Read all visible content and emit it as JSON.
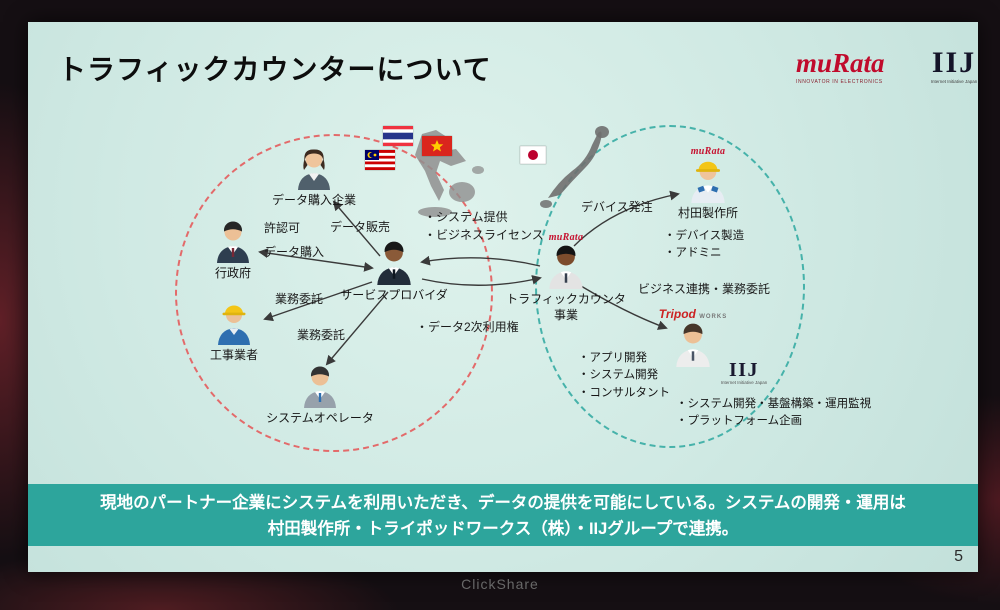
{
  "photo": {
    "device_label": "ClickShare"
  },
  "slide": {
    "title": "トラフィックカウンターについて",
    "page_number": "5",
    "footer": {
      "line1": "現地のパートナー企業にシステムを利用いただき、データの提供を可能にしている。システムの開発・運用は",
      "line2": "村田製作所・トライポッドワークス（株）・IIJグループで連携。"
    }
  },
  "logos": {
    "murata_main": {
      "name": "muRata",
      "tagline": "INNOVATOR IN ELECTRONICS"
    },
    "iij_main": {
      "name": "IIJ",
      "tagline": "Internet Initiative Japan"
    }
  },
  "colors": {
    "accent_red": "#c00b2c",
    "band_teal": "#2da59c",
    "circle_red_dashed": "#e36a6a",
    "circle_teal_dashed": "#46b2aa"
  },
  "diagram": {
    "left": {
      "data_buyer": "データ購入企業",
      "government": "行政府",
      "contractor": "工事業者",
      "system_operator": "システムオペレータ",
      "service_provider": "サービスプロバイダ",
      "edge_data_sales": "データ販売",
      "edge_license": "許認可",
      "edge_data_purchase": "データ購入",
      "edge_outsourcing_upper": "業務委託",
      "edge_outsourcing_lower": "業務委託"
    },
    "middle": {
      "bullet_system_provision": "・システム提供",
      "bullet_business_license": "・ビジネスライセンス",
      "bullet_data_secondary_rights": "・データ2次利用権"
    },
    "right": {
      "murata_small_logo": "muRata",
      "traffic_business_line1": "トラフィックカウンタ",
      "traffic_business_line2": "事業",
      "edge_device_order": "デバイス発注",
      "murata_factory_logo": "muRata",
      "murata_factory_name": "村田製作所",
      "murata_factory_bullets": [
        "・デバイス製造",
        "・アドミニ"
      ],
      "edge_business_collab": "ビジネス連携・業務委託",
      "tripod_logo": "Tripod",
      "tripod_logo_sub": "WORKS",
      "tripod_bullets": [
        "・アプリ開発",
        "・システム開発",
        "・コンサルタント"
      ],
      "iij_small_logo": "IIJ",
      "iij_small_tagline": "Internet Initiative Japan",
      "iij_bullets": [
        "・システム開発・基盤構築・運用監視",
        "・プラットフォーム企画"
      ]
    }
  }
}
